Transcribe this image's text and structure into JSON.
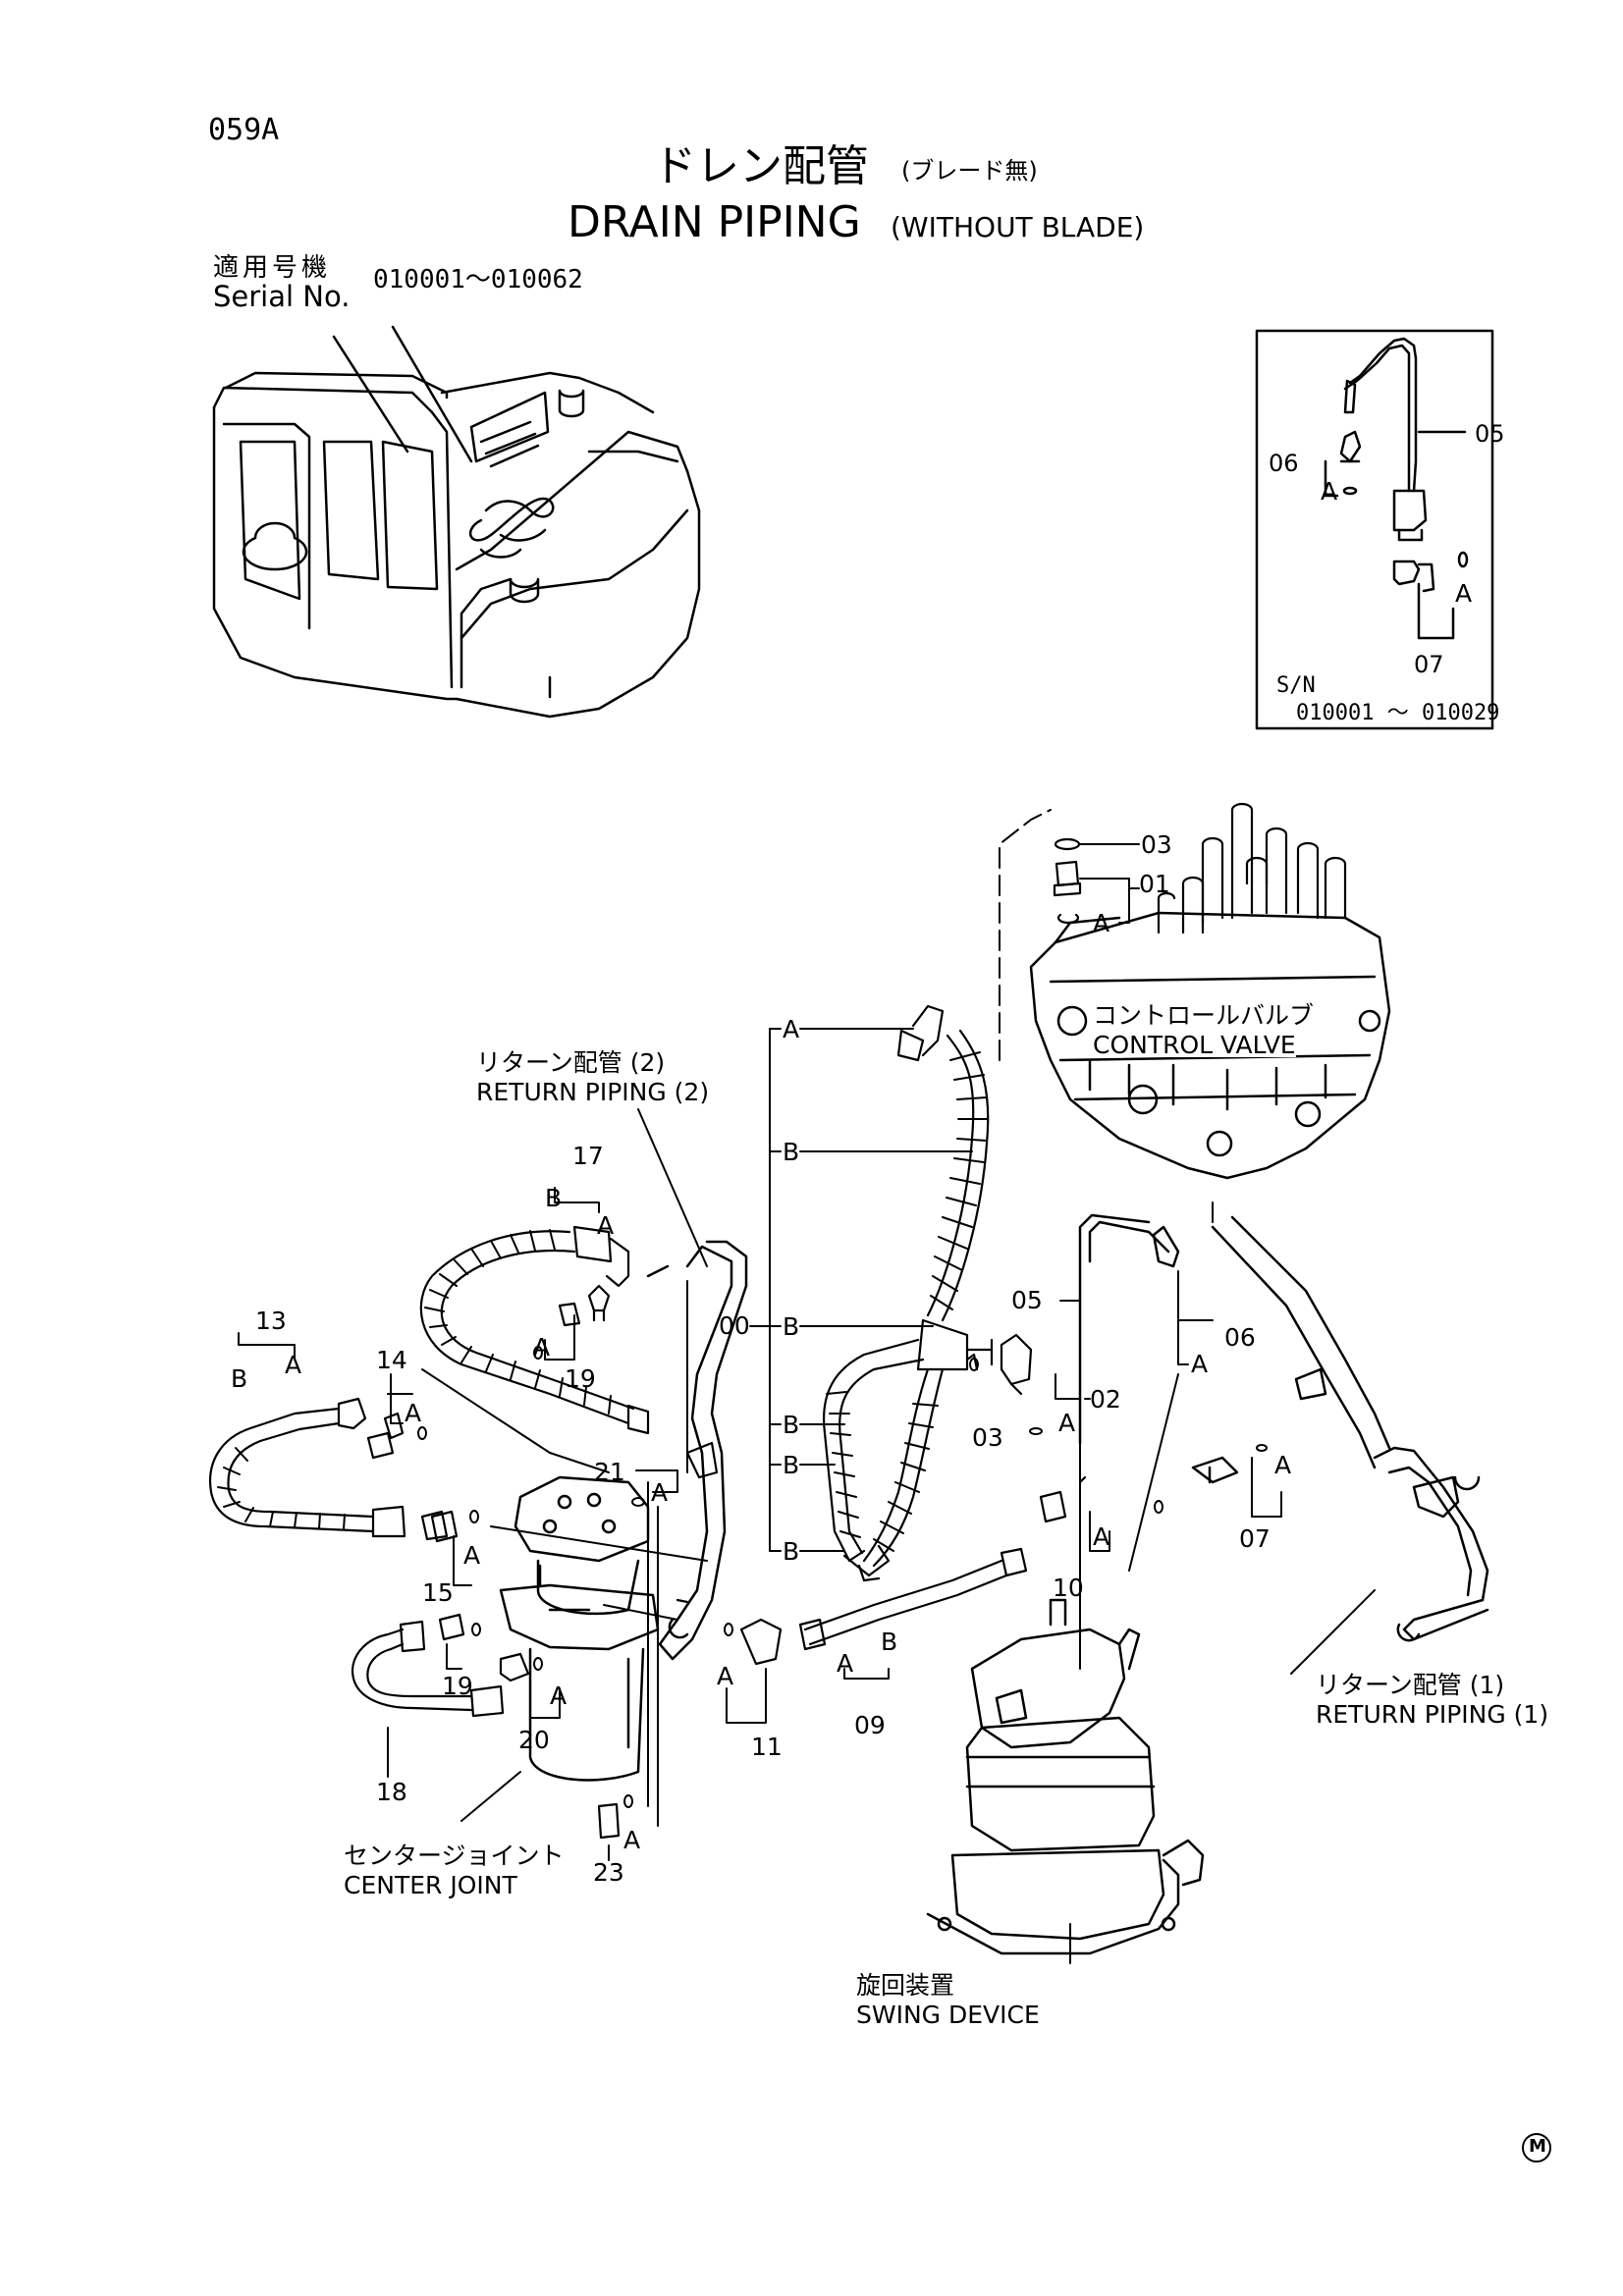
{
  "header": {
    "page_code": "059A",
    "title_jp": "ドレン配管",
    "title_jp_sub": "(ブレード無)",
    "title_en": "DRAIN PIPING",
    "title_en_sub": "(WITHOUT BLADE)",
    "serial_label_jp": "適用号機",
    "serial_label_en": "Serial No.",
    "serial_range": "010001～010062"
  },
  "inset": {
    "sn_label": "S/N",
    "sn_range": "010001 ～ 010029",
    "callouts": [
      "05",
      "06",
      "07",
      "A",
      "A"
    ]
  },
  "labels": {
    "control_valve_jp": "コントロールバルブ",
    "control_valve_en": "CONTROL VALVE",
    "return_piping_2_jp": "リターン配管 (2)",
    "return_piping_2_en": "RETURN  PIPING (2)",
    "return_piping_1_jp": "リターン配管 (1)",
    "return_piping_1_en": "RETURN  PIPING (1)",
    "center_joint_jp": "センタージョイント",
    "center_joint_en": "CENTER  JOINT",
    "swing_device_jp": "旋回装置",
    "swing_device_en": "SWING  DEVICE"
  },
  "callouts": {
    "c00": "00",
    "c01": "01",
    "c02": "02",
    "c03a": "03",
    "c03b": "03",
    "c05": "05",
    "c06": "06",
    "c07": "07",
    "c09": "09",
    "c10": "10",
    "c11": "11",
    "c13": "13",
    "c14": "14",
    "c15": "15",
    "c17": "17",
    "c18": "18",
    "c19a": "19",
    "c19b": "19",
    "c20": "20",
    "c21": "21",
    "c23": "23",
    "letter_a": "A",
    "letter_b": "B"
  },
  "footer": {
    "mark": "M"
  }
}
